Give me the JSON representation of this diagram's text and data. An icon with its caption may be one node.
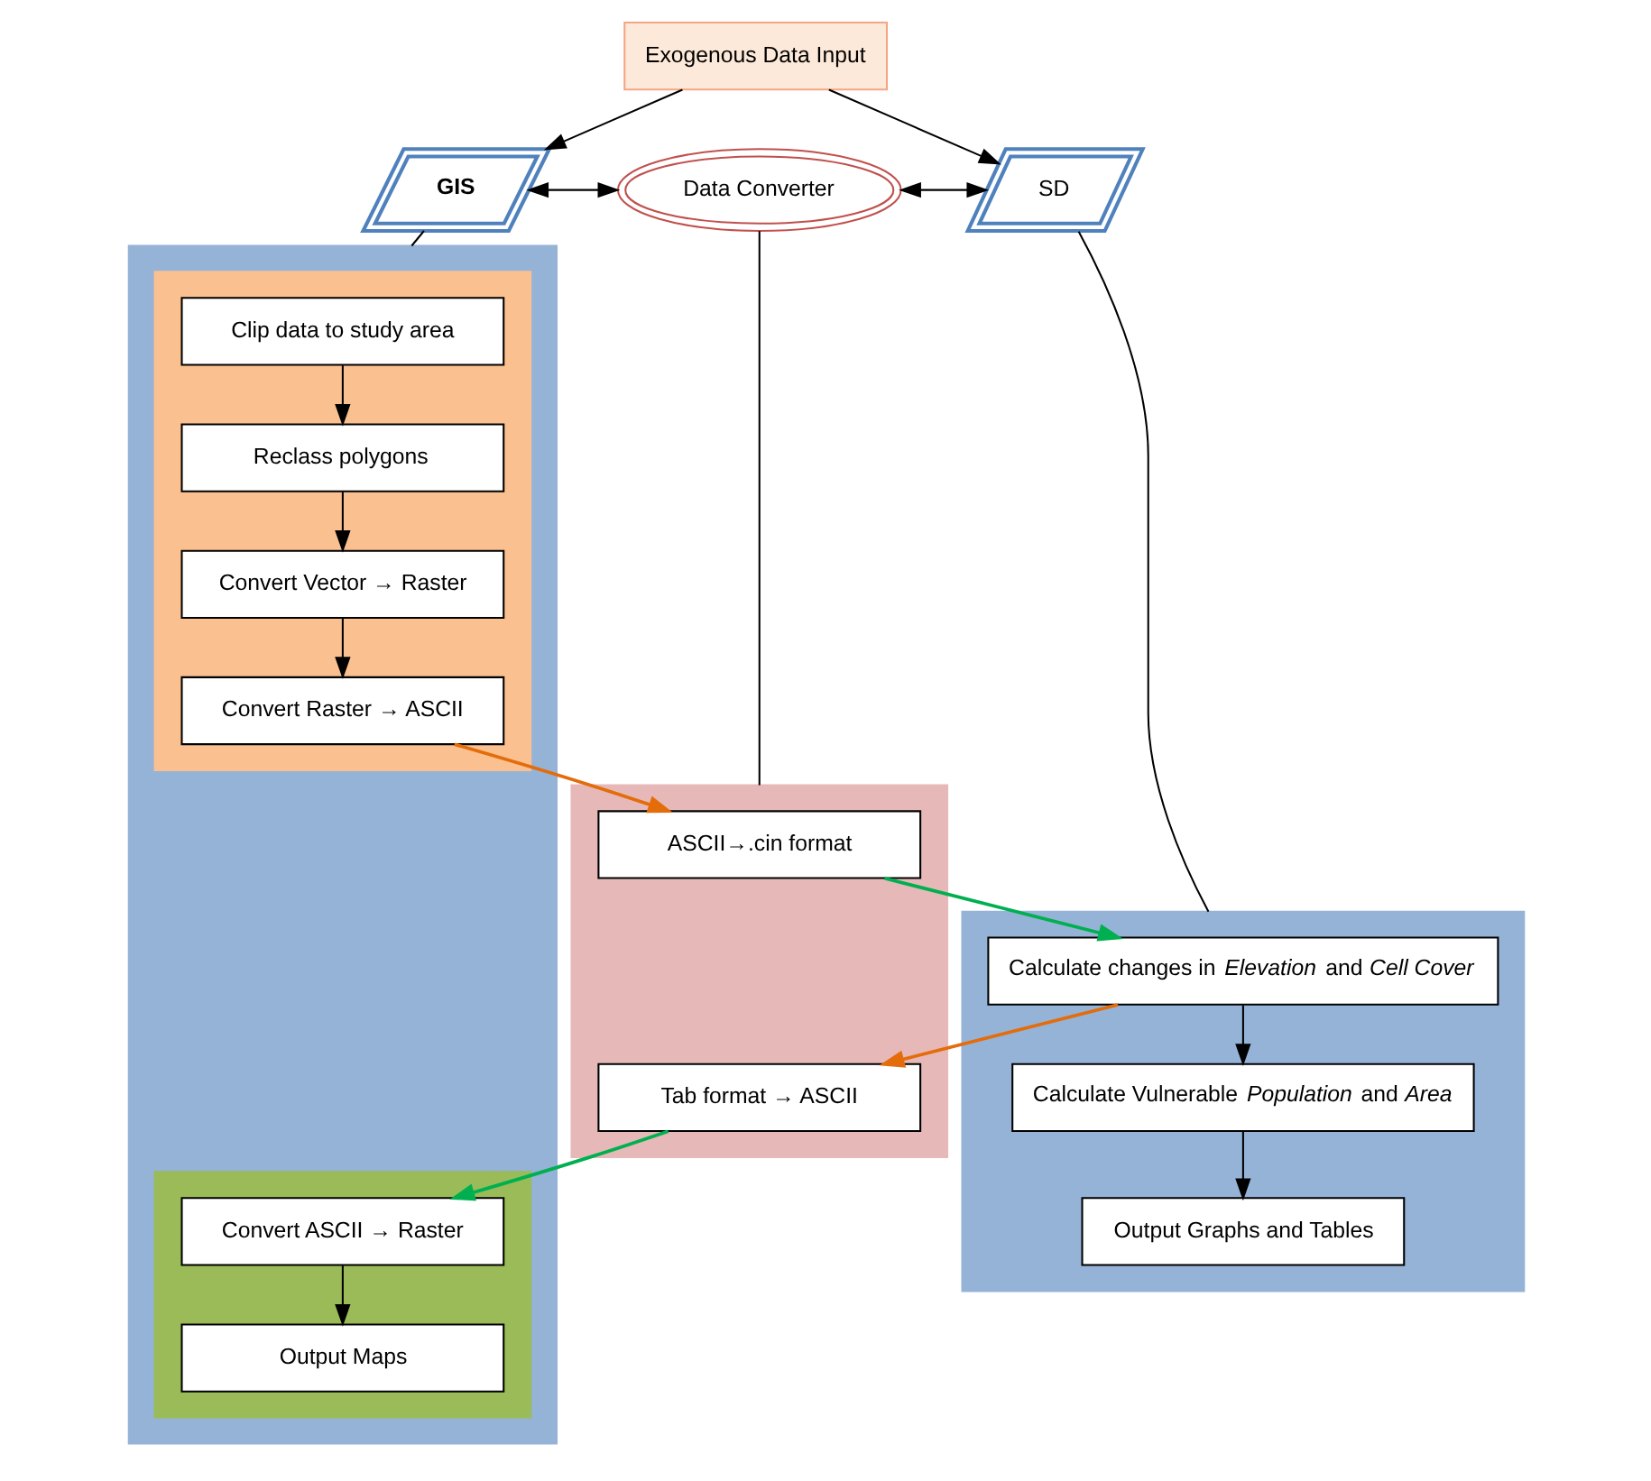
{
  "diagram": {
    "nodes": [
      {
        "text": [
          "Exogenous Data Input"
        ]
      },
      {
        "text": [
          "GIS"
        ]
      },
      {
        "text": [
          "Data Converter"
        ]
      },
      {
        "text": [
          "SD"
        ]
      },
      {
        "text": [],
        "shape": "box"
      },
      {
        "text": [],
        "shape": "box",
        "in": 4
      },
      {
        "text": [
          "Clip data to study area"
        ],
        "in": 5
      },
      {
        "text": [
          "Reclass polygons"
        ],
        "in": 5
      },
      {
        "text": [
          "Convert Vector → Raster"
        ],
        "in": 5
      },
      {
        "text": [
          "Convert Raster → ASCII"
        ],
        "in": 5
      },
      {
        "text": [],
        "shape": "box",
        "in": 4
      },
      {
        "text": [
          "Convert ASCII → Raster"
        ],
        "in": 10
      },
      {
        "text": [
          "Output Maps"
        ],
        "in": 10
      },
      {
        "text": [],
        "shape": "box"
      },
      {
        "text": [
          "ASCII→.cin format"
        ],
        "in": 13
      },
      {
        "text": [
          "Tab format → ASCII"
        ],
        "in": 13
      },
      {
        "text": [],
        "shape": "box"
      },
      {
        "text": [
          "Calculate changes in *Elevation* and *Cell Cover*"
        ],
        "in": 16
      },
      {
        "text": [
          "Calculate Vulnerable *Population* and *Area*"
        ],
        "in": 16
      },
      {
        "text": [
          "Output Graphs and Tables"
        ],
        "in": 16
      }
    ],
    "edges": [
      {
        "from": 0,
        "to": 1,
        "arrow": "to"
      },
      {
        "from": 0,
        "to": 3,
        "arrow": "to"
      },
      {
        "from": 1,
        "to": 2,
        "arrow": "both"
      },
      {
        "from": 2,
        "to": 3,
        "arrow": "both"
      },
      {
        "from": 1,
        "to": 4,
        "arrow": "none"
      },
      {
        "from": 2,
        "to": 13,
        "arrow": "none"
      },
      {
        "from": 3,
        "to": 16,
        "arrow": "none"
      },
      {
        "from": 6,
        "to": 7,
        "arrow": "to"
      },
      {
        "from": 7,
        "to": 8,
        "arrow": "to"
      },
      {
        "from": 8,
        "to": 9,
        "arrow": "to"
      },
      {
        "from": 9,
        "to": 14,
        "arrow": "to",
        "color": "#e46c0a"
      },
      {
        "from": 14,
        "to": 17,
        "arrow": "to",
        "color": "#00b050"
      },
      {
        "from": 17,
        "to": 15,
        "arrow": "to",
        "color": "#e46c0a"
      },
      {
        "from": 15,
        "to": 11,
        "arrow": "to",
        "color": "#00b050"
      },
      {
        "from": 11,
        "to": 12,
        "arrow": "to"
      },
      {
        "from": 17,
        "to": 18,
        "arrow": "to"
      },
      {
        "from": 18,
        "to": 19,
        "arrow": "to"
      }
    ]
  }
}
